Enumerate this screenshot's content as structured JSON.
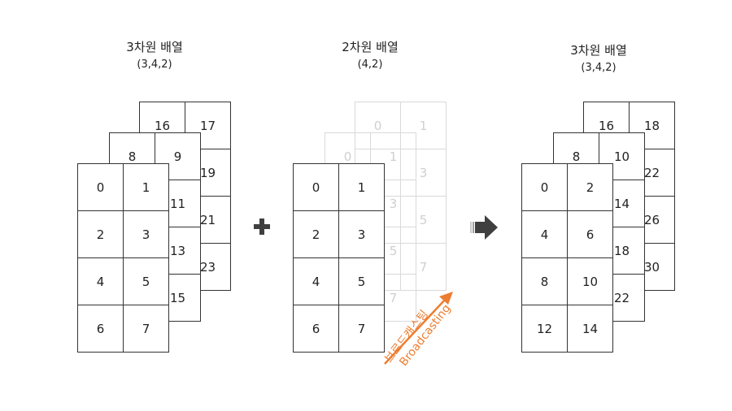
{
  "left": {
    "title": "3차원 배열",
    "shape": "(3,4,2)",
    "layers": [
      [
        [
          "16",
          "17"
        ],
        [
          "",
          "19"
        ],
        [
          "",
          "21"
        ],
        [
          "",
          "23"
        ]
      ],
      [
        [
          "8",
          "9"
        ],
        [
          "",
          "11"
        ],
        [
          "",
          "13"
        ],
        [
          "",
          "15"
        ]
      ],
      [
        [
          "0",
          "1"
        ],
        [
          "2",
          "3"
        ],
        [
          "4",
          "5"
        ],
        [
          "6",
          "7"
        ]
      ]
    ]
  },
  "middle": {
    "title": "2차원 배열",
    "shape": "(4,2)",
    "ghost_layers": [
      [
        [
          "0",
          "1"
        ],
        [
          "",
          "3"
        ],
        [
          "",
          "5"
        ],
        [
          "",
          "7"
        ]
      ],
      [
        [
          "0",
          "1"
        ],
        [
          "",
          "3"
        ],
        [
          "",
          "5"
        ],
        [
          "",
          "7"
        ]
      ]
    ],
    "front": [
      [
        "0",
        "1"
      ],
      [
        "2",
        "3"
      ],
      [
        "4",
        "5"
      ],
      [
        "6",
        "7"
      ]
    ]
  },
  "right": {
    "title": "3차원 배열",
    "shape": "(3,4,2)",
    "layers": [
      [
        [
          "16",
          "18"
        ],
        [
          "",
          "22"
        ],
        [
          "",
          "26"
        ],
        [
          "",
          "30"
        ]
      ],
      [
        [
          "8",
          "10"
        ],
        [
          "",
          "14"
        ],
        [
          "",
          "18"
        ],
        [
          "",
          "22"
        ]
      ],
      [
        [
          "0",
          "2"
        ],
        [
          "4",
          "6"
        ],
        [
          "8",
          "10"
        ],
        [
          "12",
          "14"
        ]
      ]
    ]
  },
  "broadcast": {
    "label_ko": "브로드캐스팅",
    "label_en": "Broadcasting",
    "color": "#ed7d31"
  },
  "icons": {
    "operator": "plus-icon",
    "result": "arrow-right-icon"
  }
}
